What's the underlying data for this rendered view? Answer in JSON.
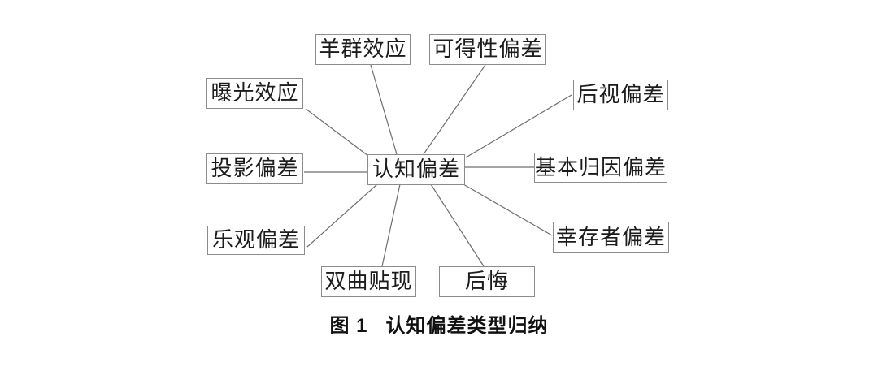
{
  "figure": {
    "center_node": {
      "label": "认知偏差"
    },
    "nodes": [
      {
        "id": "herd-effect",
        "label": "羊群效应"
      },
      {
        "id": "availability-bias",
        "label": "可得性偏差"
      },
      {
        "id": "exposure-effect",
        "label": "曝光效应"
      },
      {
        "id": "hindsight-bias",
        "label": "后视偏差"
      },
      {
        "id": "projection-bias",
        "label": "投影偏差"
      },
      {
        "id": "fundamental-attribution-bias",
        "label": "基本归因偏差"
      },
      {
        "id": "optimism-bias",
        "label": "乐观偏差"
      },
      {
        "id": "survivorship-bias",
        "label": "幸存者偏差"
      },
      {
        "id": "hyperbolic-discounting",
        "label": "双曲贴现"
      },
      {
        "id": "regret",
        "label": "后悔"
      }
    ],
    "caption": {
      "prefix": "图 1",
      "title": "认知偏差类型归纳"
    },
    "colors": {
      "background": "#ffffff",
      "line": "#6e6e6e",
      "box_border": "#8c8c8c",
      "text": "#1c1c1c",
      "caption_text": "#111111"
    }
  }
}
